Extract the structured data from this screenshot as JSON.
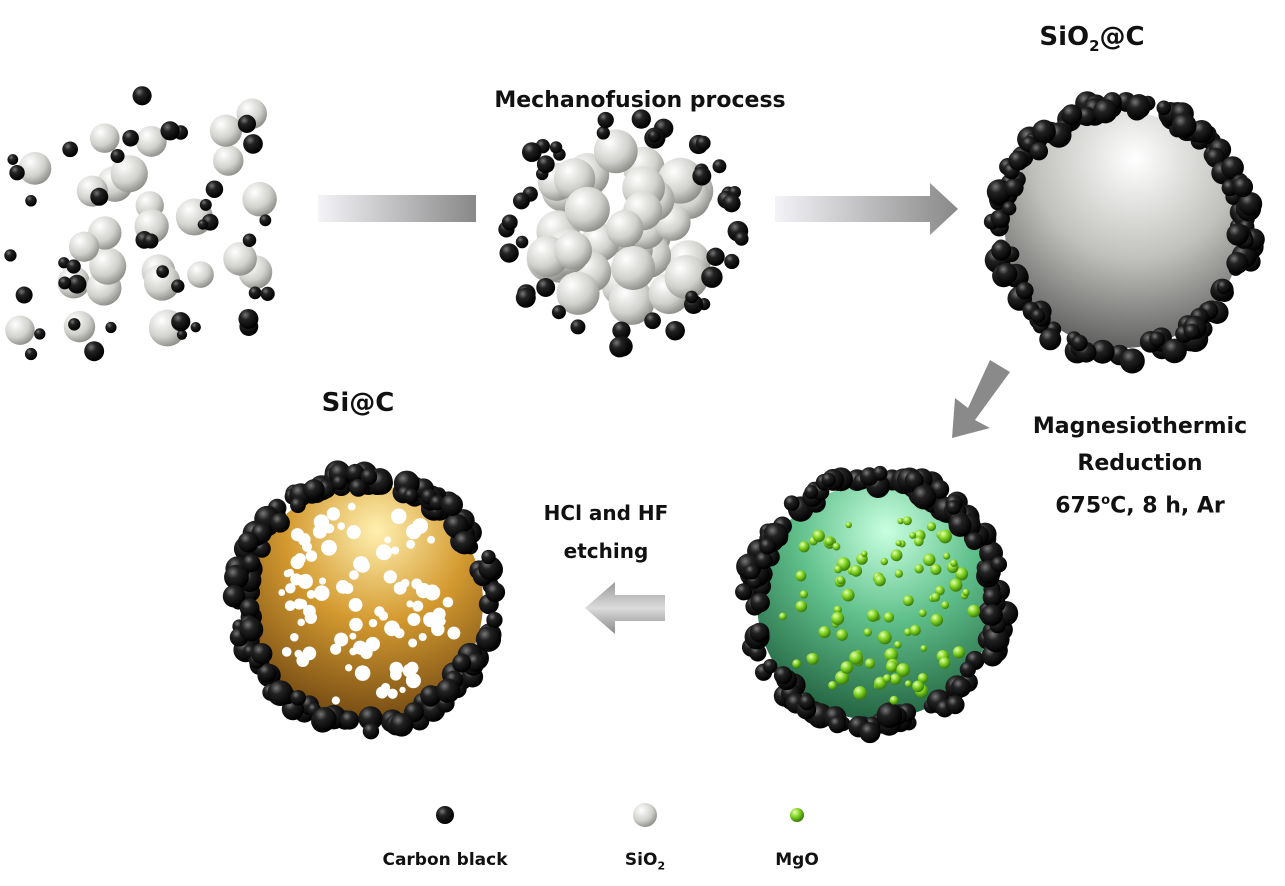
{
  "titles": {
    "mechanofusion": "Mechanofusion process",
    "sio2c_prefix": "SiO",
    "sio2c_sub": "2",
    "sio2c_suffix": "@C",
    "sic": "Si@C"
  },
  "steps": {
    "reduction_line1": "Magnesiothermic",
    "reduction_line2": "Reduction",
    "reduction_line3_a": "675",
    "reduction_line3_sup": "o",
    "reduction_line3_b": "C, 8 h, Ar",
    "etching_line1": "HCl and HF",
    "etching_line2": "etching"
  },
  "legend": {
    "carbon": "Carbon black",
    "sio2_prefix": "SiO",
    "sio2_sub": "2",
    "mgo": "MgO"
  },
  "colors": {
    "carbon": "#111111",
    "sio2": "#d8d8d4",
    "mgo": "#7ed321",
    "sic_core": "#d49a30",
    "green_core": "#5fbf8a",
    "arrow": "#8a8a8a"
  }
}
